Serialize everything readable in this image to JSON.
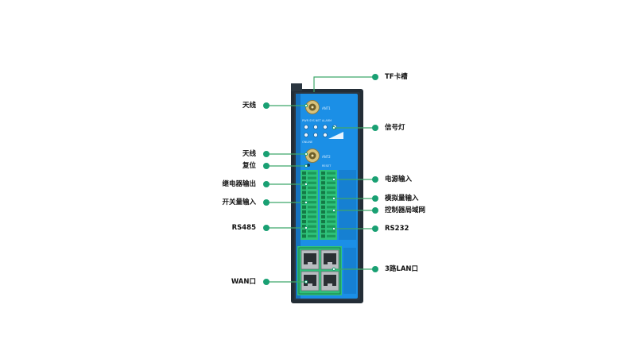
{
  "labels": {
    "tf_slot": "TF卡槽",
    "antenna_1": "天线",
    "signal_lights": "信号灯",
    "antenna_2": "天线",
    "reset": "复位",
    "power_input": "电源输入",
    "relay_output": "继电器输出",
    "analog_input": "模拟量输入",
    "switch_input": "开关量输入",
    "controller_lan": "控制器局域网",
    "rs485": "RS485",
    "rs232": "RS232",
    "wan_port": "WAN口",
    "lan_ports": "3路LAN口"
  },
  "colors": {
    "callout_line": "#3fa66a",
    "callout_dot": "#19a073",
    "device_body": "#232d36",
    "device_panel": "#1b8fe6",
    "terminal_green": "#2ec27a",
    "rj45_metal": "#b8bcc0"
  }
}
